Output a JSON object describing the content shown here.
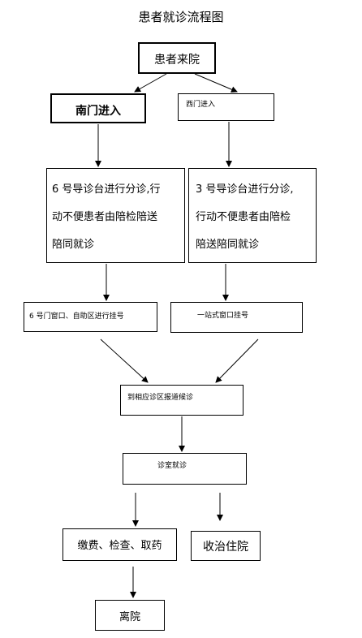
{
  "title": "患者就诊流程图",
  "nodes": {
    "arrival": "患者来院",
    "south_gate": "南门进入",
    "west_gate": "西门进入",
    "guide_desk_6": "6 号导诊台进行分诊,行\n动不便患者由陪检陪送\n陪同就诊",
    "guide_desk_3": "3 号导诊台进行分诊,\n行动不便患者由陪检\n陪送陪同就诊",
    "window_6": "6 号门窗口、自助区进行挂号",
    "one_stop_window": "一站式窗口挂号",
    "report_wait": "到相应诊区报道候诊",
    "clinic_visit": "诊室就诊",
    "pay_check_medicine": "缴费、检查、取药",
    "admission": "收治住院",
    "discharge": "离院"
  }
}
